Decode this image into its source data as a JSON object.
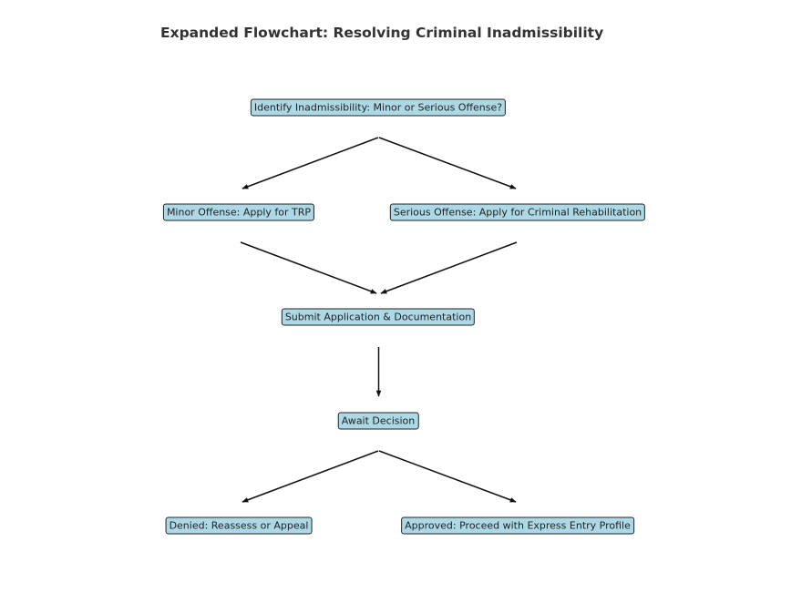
{
  "diagram": {
    "title": "Expanded Flowchart: Resolving Criminal Inadmissibility",
    "node_color": "#add8e6",
    "edge_color": "#111111",
    "nodes": {
      "identify": "Identify Inadmissibility: Minor or Serious Offense?",
      "minor": "Minor Offense: Apply for TRP",
      "serious": "Serious Offense: Apply for Criminal Rehabilitation",
      "submit": "Submit Application & Documentation",
      "await": "Await Decision",
      "denied": "Denied: Reassess or Appeal",
      "approved": "Approved: Proceed with Express Entry Profile"
    },
    "edges": [
      {
        "from": "identify",
        "to": "minor"
      },
      {
        "from": "identify",
        "to": "serious"
      },
      {
        "from": "minor",
        "to": "submit"
      },
      {
        "from": "serious",
        "to": "submit"
      },
      {
        "from": "submit",
        "to": "await"
      },
      {
        "from": "await",
        "to": "denied"
      },
      {
        "from": "await",
        "to": "approved"
      }
    ]
  }
}
